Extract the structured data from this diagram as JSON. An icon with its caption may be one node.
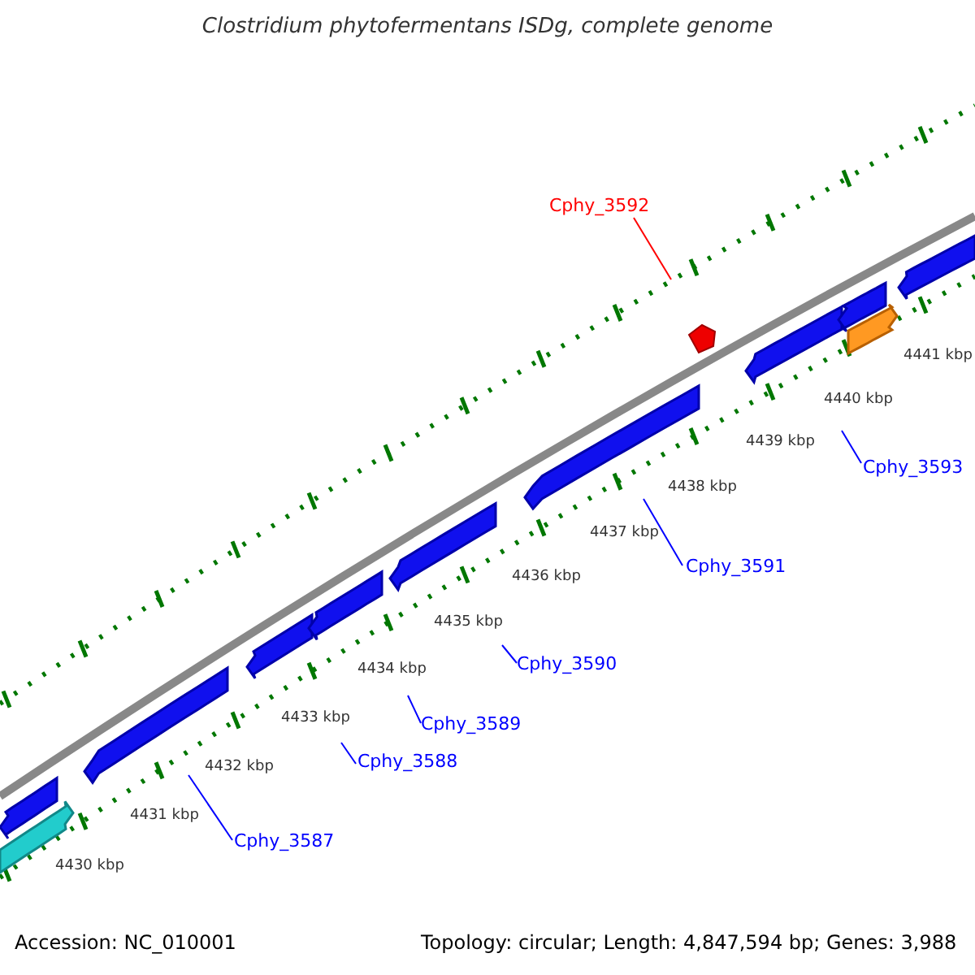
{
  "diagram": {
    "title": "Clostridium phytofermentans ISDg, complete genome",
    "nodes": [
      {
        "text": [
          "Cphy_3592"
        ]
      },
      {
        "text": [
          "Cphy_3593"
        ]
      },
      {
        "text": [
          "Cphy_3591"
        ]
      },
      {
        "text": [
          "Cphy_3590"
        ]
      },
      {
        "text": [
          "Cphy_3589"
        ]
      },
      {
        "text": [
          "Cphy_3588"
        ]
      },
      {
        "text": [
          "Cphy_3587"
        ]
      }
    ],
    "edges": [
      {
        "from": 0,
        "to": null,
        "arrow": "none",
        "color": "#ff0000"
      },
      {
        "from": 1,
        "to": null,
        "arrow": "none"
      },
      {
        "from": 2,
        "to": null,
        "arrow": "none"
      },
      {
        "from": 3,
        "to": null,
        "arrow": "none"
      },
      {
        "from": 4,
        "to": null,
        "arrow": "none"
      },
      {
        "from": 5,
        "to": null,
        "arrow": "none"
      },
      {
        "from": 6,
        "to": null,
        "arrow": "none"
      }
    ],
    "labels": [
      "4441 kbp",
      "4440 kbp",
      "4439 kbp",
      "4438 kbp",
      "4437 kbp",
      "4436 kbp",
      "4435 kbp",
      "4434 kbp",
      "4433 kbp",
      "4432 kbp",
      "4431 kbp",
      "4430 kbp",
      "Accession: NC_010001",
      "Topology: circular; Length: 4,847,594 bp; Genes: 3,988"
    ]
  }
}
